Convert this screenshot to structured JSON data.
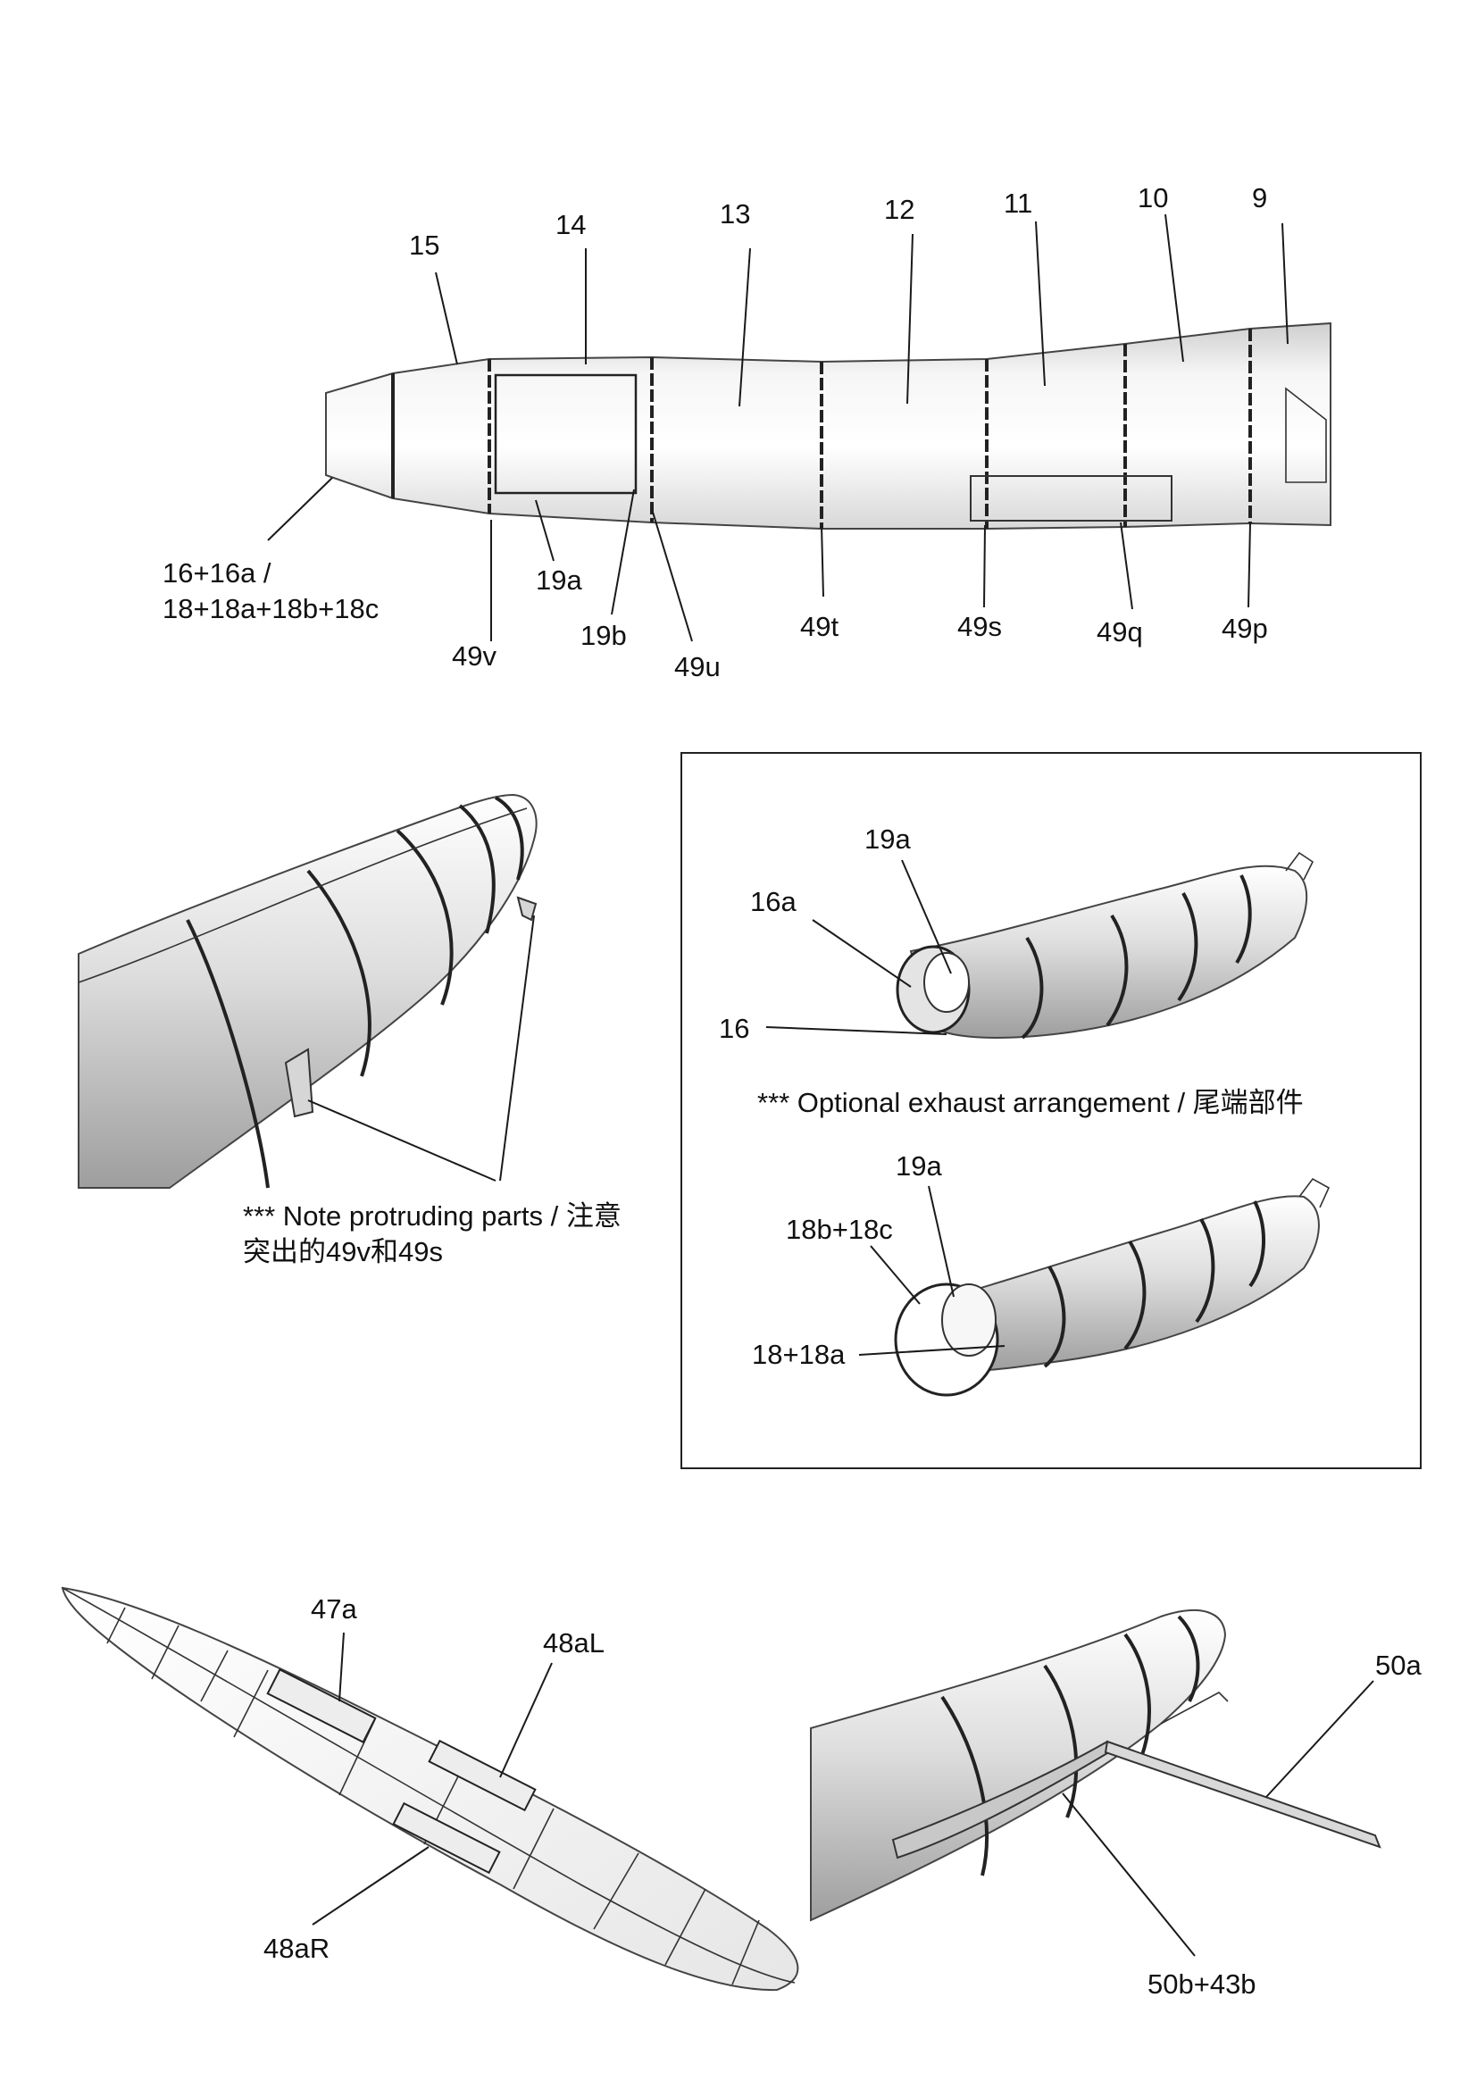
{
  "top_view": {
    "labels": {
      "p15": "15",
      "p14": "14",
      "p13": "13",
      "p12": "12",
      "p11": "11",
      "p10": "10",
      "p9": "9",
      "exhaust_line1": "16+16a /",
      "exhaust_line2": "18+18a+18b+18c",
      "p19a": "19a",
      "p19b": "19b",
      "p49v": "49v",
      "p49u": "49u",
      "p49t": "49t",
      "p49s": "49s",
      "p49q": "49q",
      "p49p": "49p"
    }
  },
  "tail_view": {
    "note_line1": "*** Note protruding parts / 注意",
    "note_line2": "突出的49v和49s"
  },
  "exhaust_box": {
    "upper": {
      "p19a": "19a",
      "p16a": "16a",
      "p16": "16"
    },
    "optional_note": "*** Optional exhaust arrangement / 尾端部件",
    "lower": {
      "p19a": "19a",
      "p18b18c": "18b+18c",
      "p1818a": "18+18a"
    }
  },
  "underside_view": {
    "p47a": "47a",
    "p48aL": "48aL",
    "p48aR": "48aR"
  },
  "probe_view": {
    "p50a": "50a",
    "p50b43b": "50b+43b"
  },
  "colors": {
    "ink": "#111111",
    "shade_dark": "#bdbdbd",
    "shade_light": "#f2f2f2",
    "paper": "#ffffff"
  }
}
